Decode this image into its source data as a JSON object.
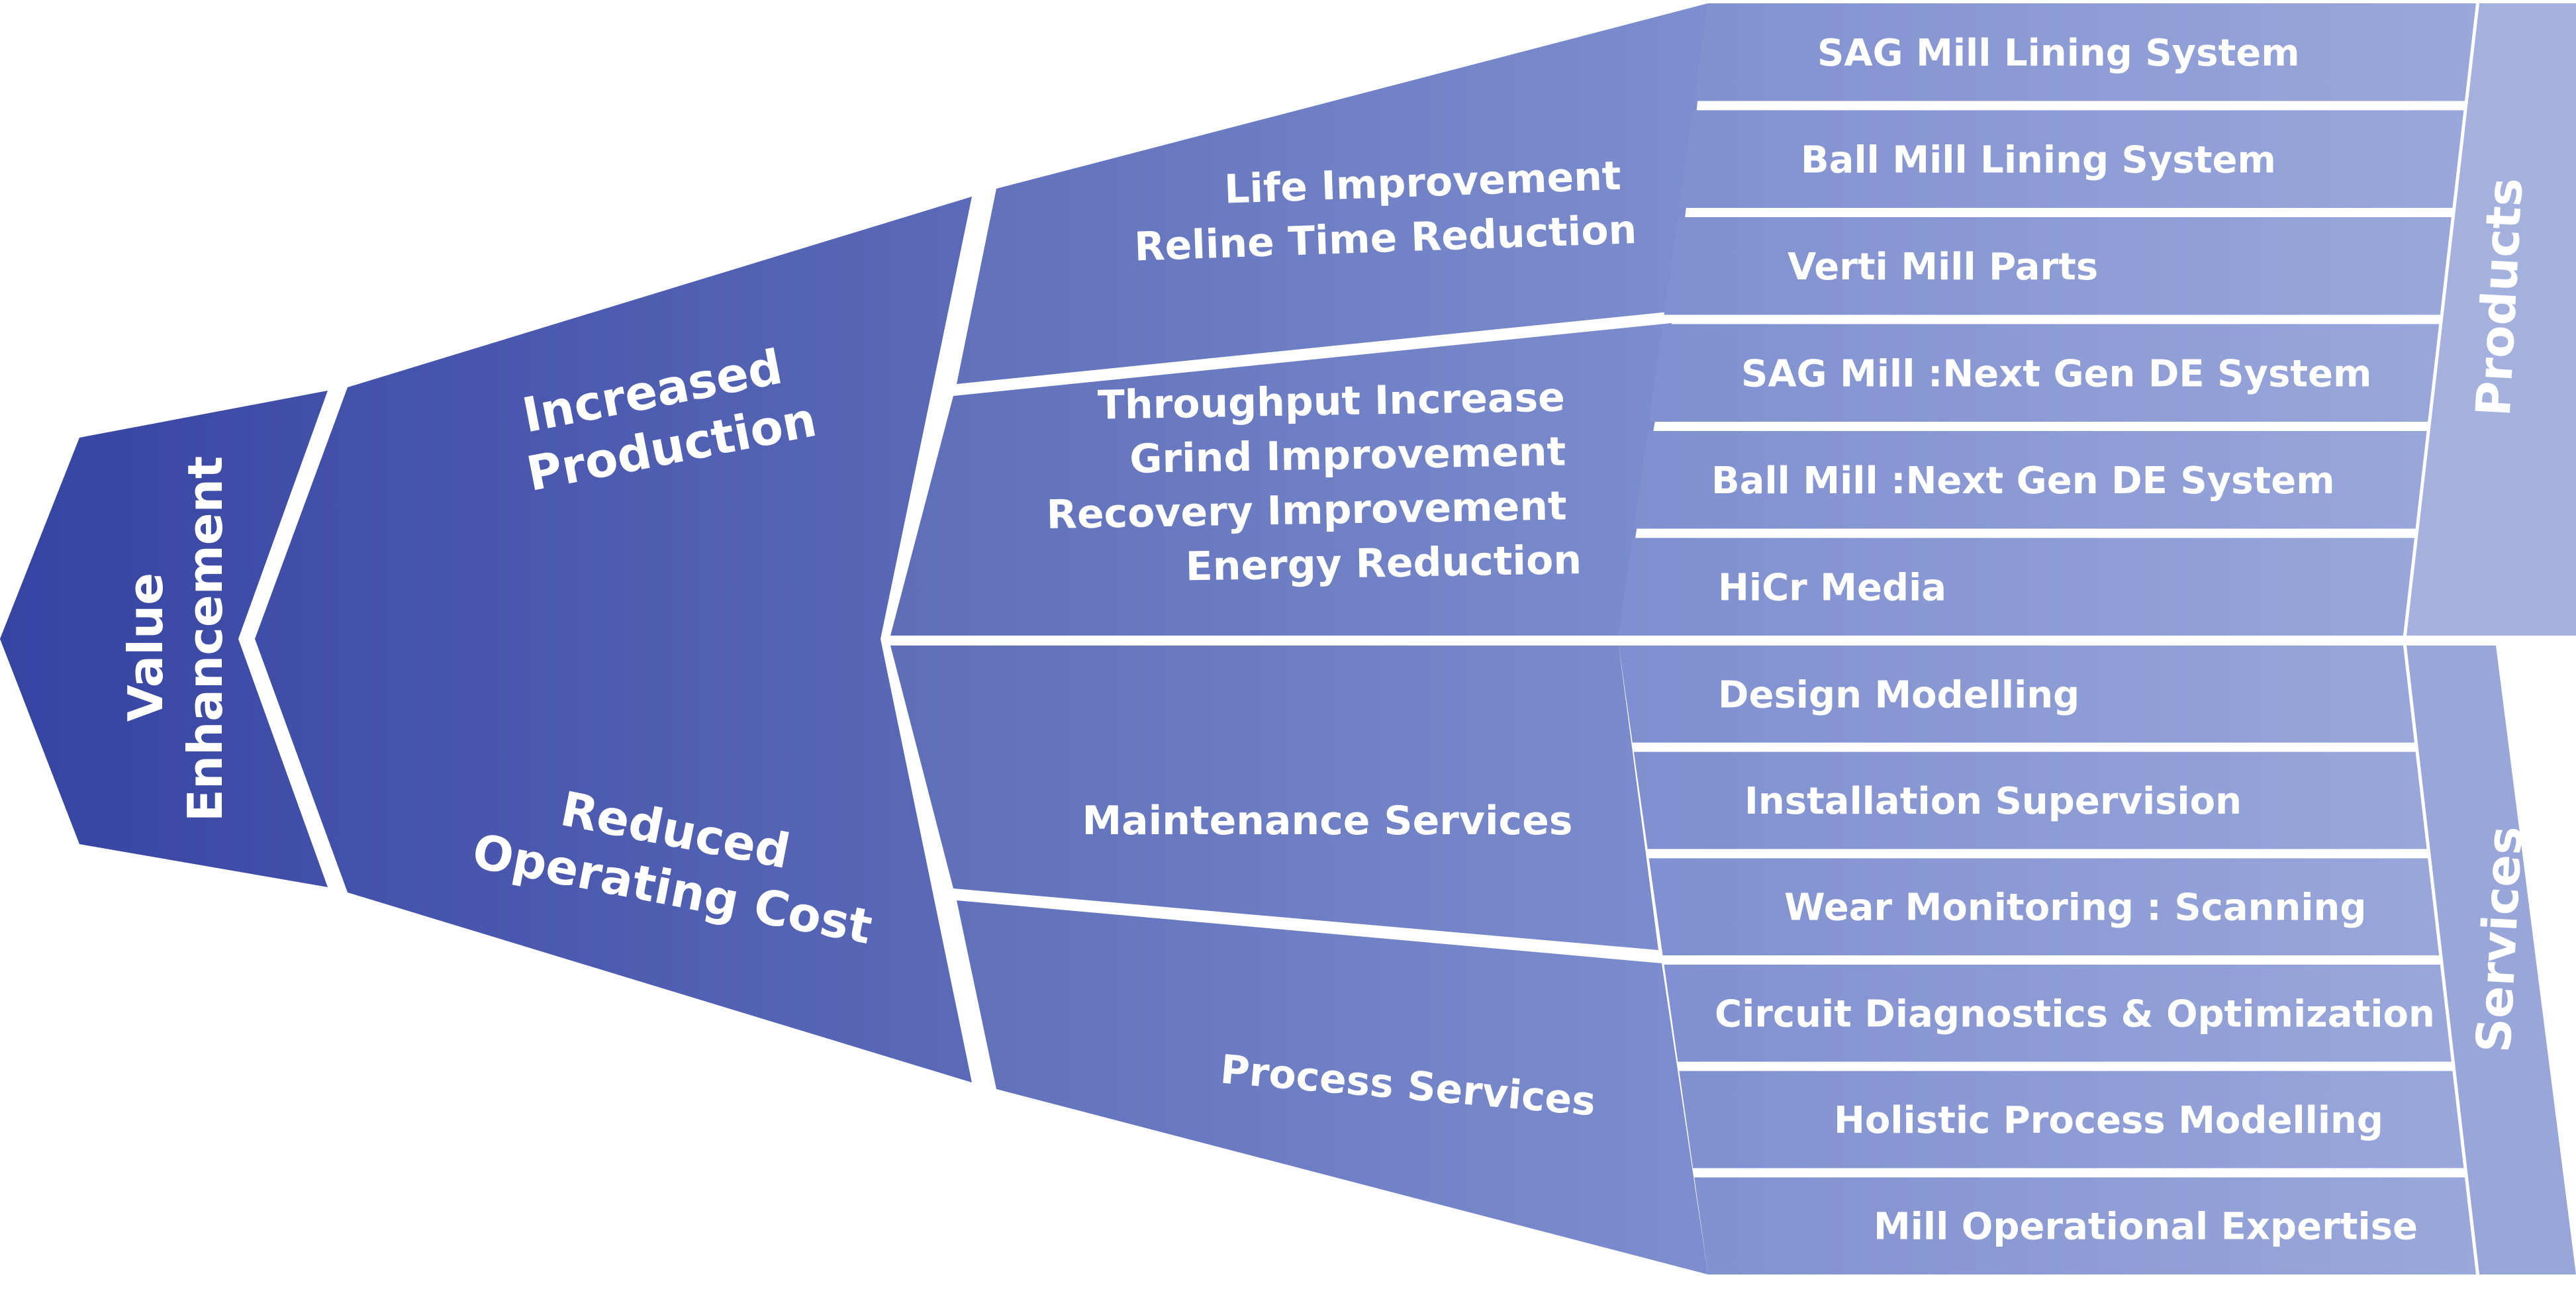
{
  "colors": {
    "dark": "#3543a2",
    "mid": "#5b6bb8",
    "light": "#8d9dd6",
    "lighter": "#9aa8db",
    "text": "#ffffff",
    "gap": "#ffffff"
  },
  "value_enhancement": {
    "line1": "Value",
    "line2": "Enhancement"
  },
  "outcomes": {
    "increased_production": {
      "line1": "Increased",
      "line2": "Production"
    },
    "reduced_operating_cost": {
      "line1": "Reduced",
      "line2": "Operating Cost"
    }
  },
  "benefits": {
    "life": {
      "line1": "Life Improvement",
      "line2": "Reline Time Reduction"
    },
    "throughput": {
      "line1": "Throughput Increase",
      "line2": "Grind Improvement",
      "line3": "Recovery Improvement",
      "line4": "Energy Reduction"
    },
    "maintenance": "Maintenance Services",
    "process": "Process Services"
  },
  "offerings": [
    "SAG Mill Lining System",
    "Ball Mill Lining  System",
    "Verti Mill Parts",
    "SAG Mill :Next Gen DE System",
    "Ball Mill :Next Gen DE System",
    "HiCr Media",
    "Design Modelling",
    "Installation Supervision",
    "Wear Monitoring : Scanning",
    "Circuit Diagnostics & Optimization",
    "Holistic Process Modelling",
    "Mill Operational Expertise"
  ],
  "categories": {
    "products": "Products",
    "services": "Services"
  }
}
